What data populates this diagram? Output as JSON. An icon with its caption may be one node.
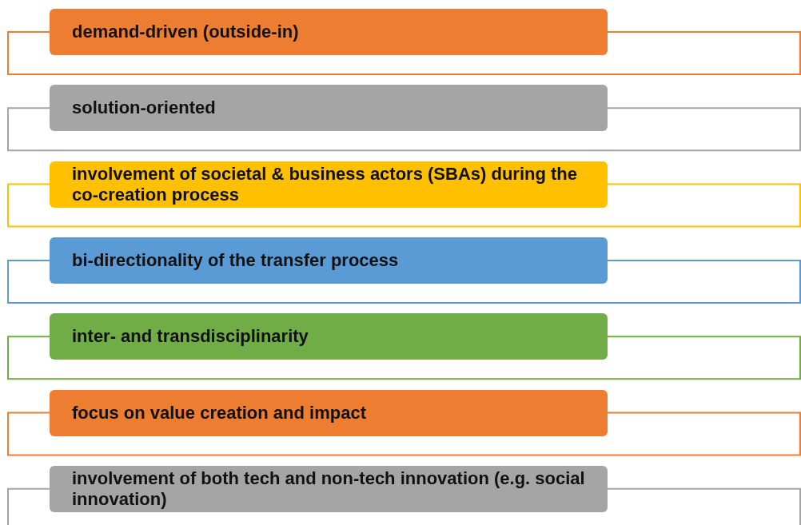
{
  "diagram": {
    "nodes": [
      {
        "text": [
          "demand-driven (outside-in)"
        ]
      },
      {
        "text": [
          "solution-oriented"
        ]
      },
      {
        "text": [
          "involvement of societal & business actors (SBAs) during the co-creation process"
        ]
      },
      {
        "text": [
          "bi-directionality of the transfer process"
        ]
      },
      {
        "text": [
          "inter- and transdisciplinarity"
        ]
      },
      {
        "text": [
          "focus on value creation and impact"
        ]
      },
      {
        "text": [
          "involvement of both tech and non-tech innovation (e.g. social innovation)"
        ]
      }
    ],
    "edges": []
  }
}
